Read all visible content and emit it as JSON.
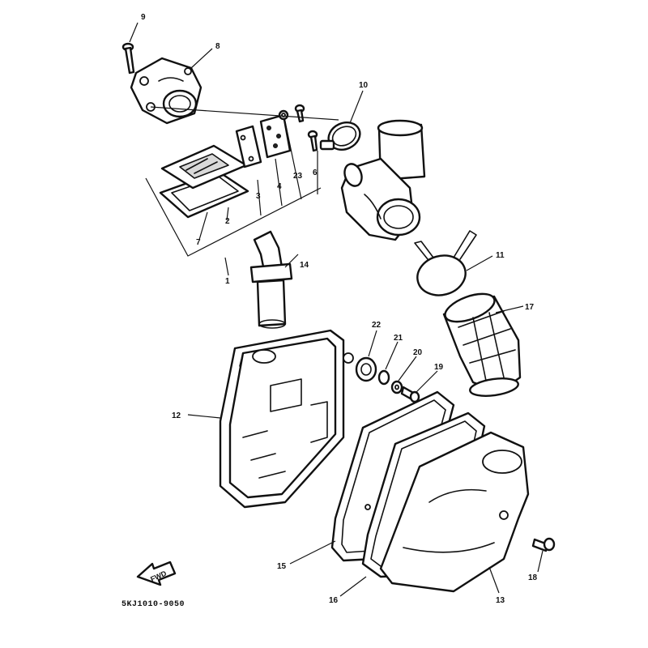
{
  "diagram": {
    "callouts": [
      "9",
      "8",
      "10",
      "3",
      "4",
      "23",
      "6",
      "2",
      "7",
      "1",
      "14",
      "11",
      "17",
      "22",
      "21",
      "20",
      "19",
      "12",
      "15",
      "16",
      "13",
      "18"
    ],
    "fwd_label": "FWD",
    "drawing_code": "5KJ1010-9050"
  }
}
